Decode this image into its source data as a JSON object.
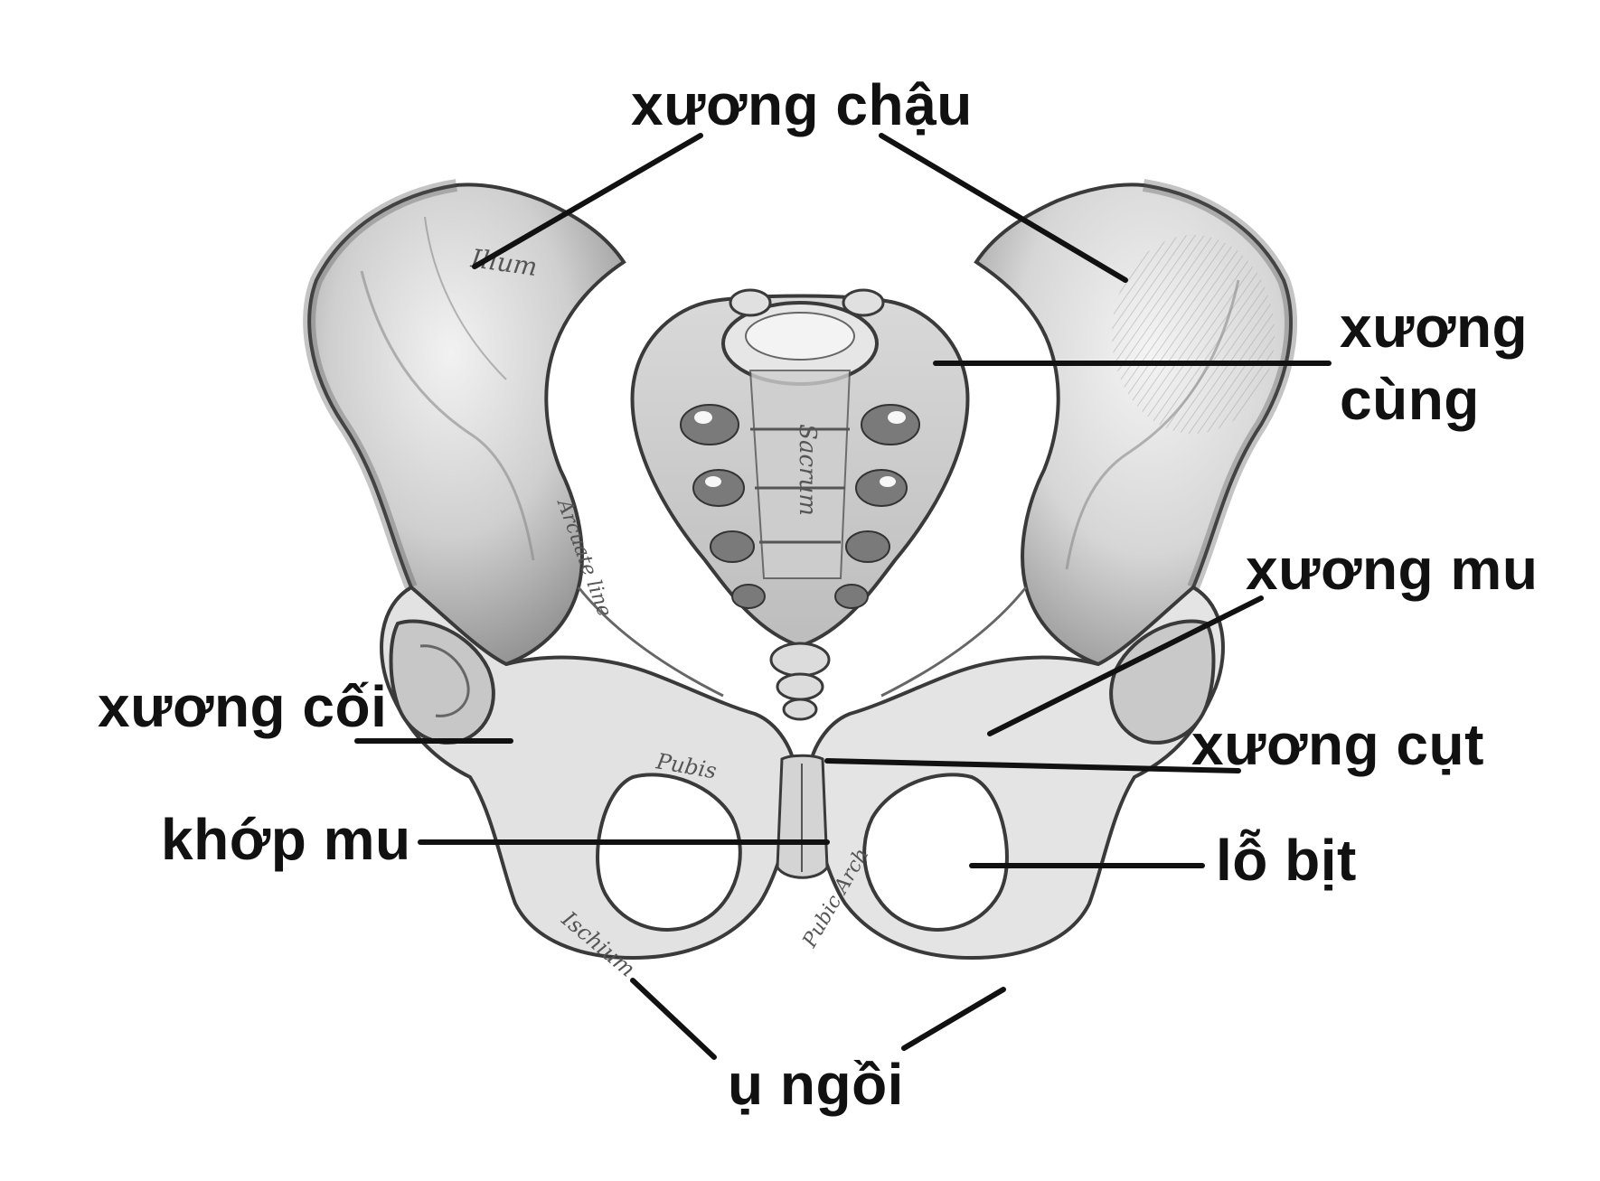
{
  "diagram": {
    "colors": {
      "background": "#ffffff",
      "bone_fill": "#e9e9e9",
      "bone_shade": "#9a9a9a",
      "bone_outline": "#3a3a3a",
      "leader_line": "#111111",
      "label_text": "#111111"
    },
    "labels": {
      "ilium": "xương chậu",
      "sacrum_line1": "xương",
      "sacrum_line2": "cùng",
      "pubis": "xương mu",
      "acetabulum": "xương cối",
      "coccyx": "xương cụt",
      "pubic_symphysis": "khớp mu",
      "obturator_foramen": "lỗ bịt",
      "ischial_tuberosity": "ụ ngồi"
    },
    "engraved_text": {
      "ilium": "Ilium",
      "sacrum": "Sacrum",
      "arcuate_line": "Arcuate line",
      "pubis": "Pubis",
      "ischium": "Ischium",
      "pubic_arch": "Pubic Arch"
    }
  }
}
